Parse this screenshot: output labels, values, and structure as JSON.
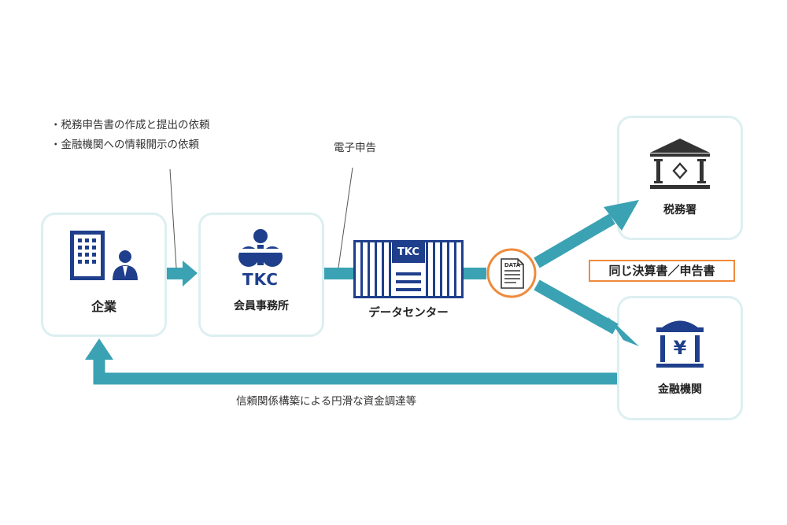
{
  "nodes": {
    "company": "企業",
    "tkc_logo": "TKC",
    "tkc_member": "会員事務所",
    "datacenter_logo": "TKC",
    "datacenter": "データセンター",
    "data_badge": "DATA",
    "tax_office": "税務署",
    "bank": "金融機関"
  },
  "notes": {
    "request_1": "・税務申告書の作成と提出の依頼",
    "request_2": "・金融機関への情報開示の依頼",
    "e_filing": "電子申告",
    "same_documents": "同じ決算書／申告書",
    "relationship": "信頼関係構築による円滑な資金調達等"
  },
  "colors": {
    "flow": "#3aa2b3",
    "navy": "#1f3f8c",
    "orange": "#ef8a3c",
    "card_border": "#dceff1"
  }
}
